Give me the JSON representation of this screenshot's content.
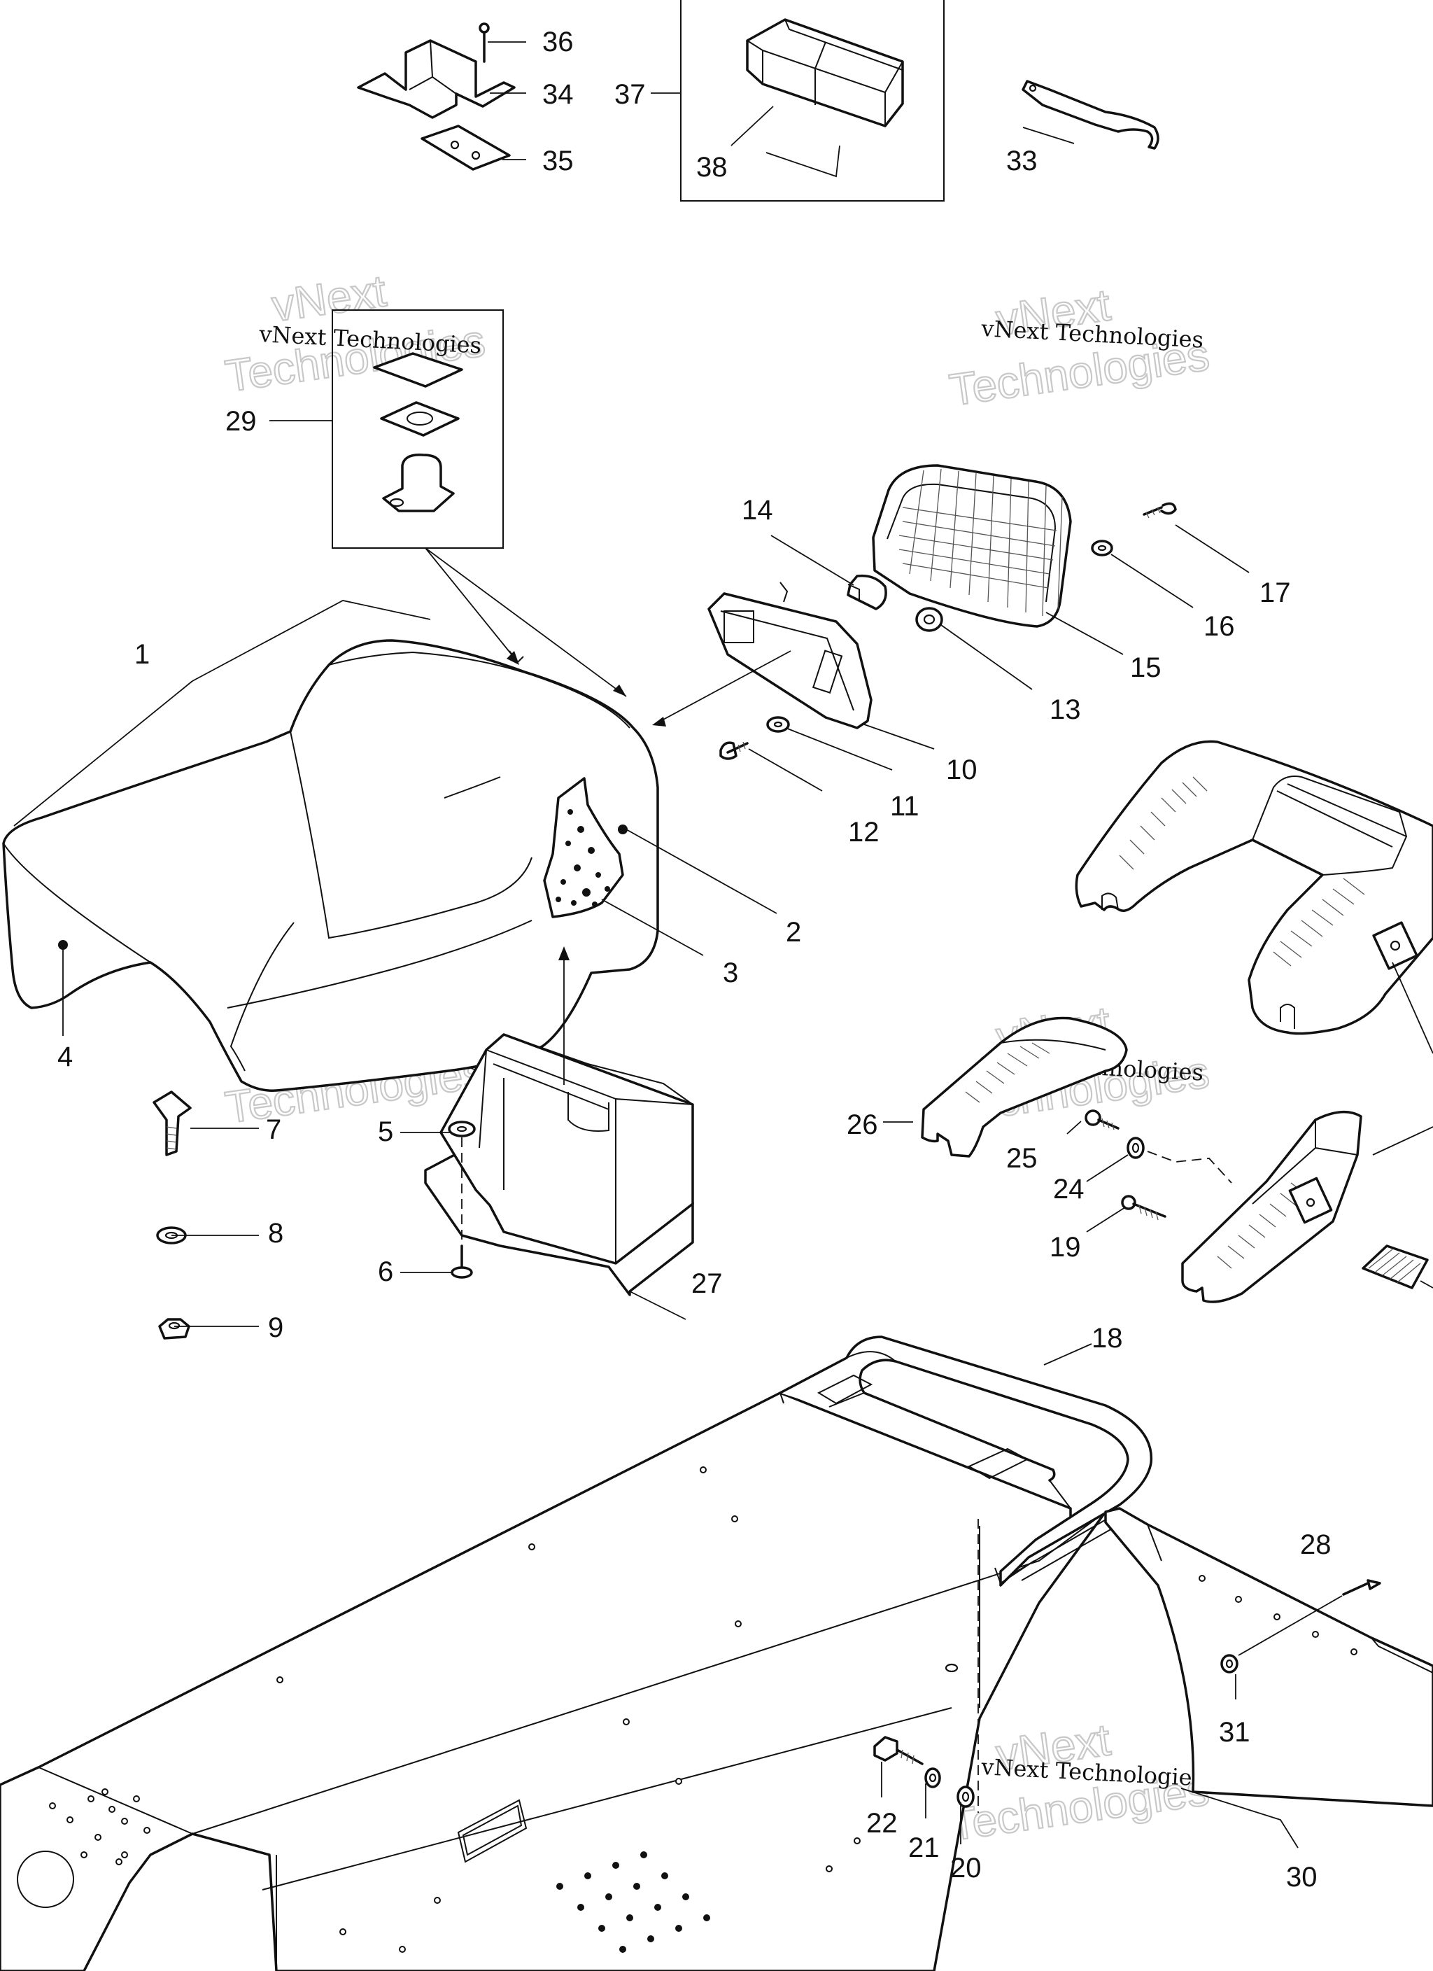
{
  "callouts": [
    {
      "id": "36",
      "label": "36"
    },
    {
      "id": "34",
      "label": "34"
    },
    {
      "id": "35",
      "label": "35"
    },
    {
      "id": "37",
      "label": "37"
    },
    {
      "id": "38",
      "label": "38"
    },
    {
      "id": "33",
      "label": "33"
    },
    {
      "id": "29",
      "label": "29"
    },
    {
      "id": "14",
      "label": "14"
    },
    {
      "id": "17",
      "label": "17"
    },
    {
      "id": "16",
      "label": "16"
    },
    {
      "id": "15",
      "label": "15"
    },
    {
      "id": "13",
      "label": "13"
    },
    {
      "id": "10",
      "label": "10"
    },
    {
      "id": "11",
      "label": "11"
    },
    {
      "id": "12",
      "label": "12"
    },
    {
      "id": "1",
      "label": "1"
    },
    {
      "id": "2",
      "label": "2"
    },
    {
      "id": "3",
      "label": "3"
    },
    {
      "id": "4",
      "label": "4"
    },
    {
      "id": "7",
      "label": "7"
    },
    {
      "id": "5",
      "label": "5"
    },
    {
      "id": "8",
      "label": "8"
    },
    {
      "id": "6",
      "label": "6"
    },
    {
      "id": "27",
      "label": "27"
    },
    {
      "id": "9",
      "label": "9"
    },
    {
      "id": "26",
      "label": "26"
    },
    {
      "id": "25",
      "label": "25"
    },
    {
      "id": "24",
      "label": "24"
    },
    {
      "id": "19",
      "label": "19"
    },
    {
      "id": "18",
      "label": "18"
    },
    {
      "id": "28",
      "label": "28"
    },
    {
      "id": "31",
      "label": "31"
    },
    {
      "id": "22",
      "label": "22"
    },
    {
      "id": "21",
      "label": "21"
    },
    {
      "id": "20",
      "label": "20"
    },
    {
      "id": "30",
      "label": "30"
    }
  ],
  "watermark": {
    "line1": "vNext Technologies",
    "big1": "vNext",
    "big2": "Technologies"
  }
}
